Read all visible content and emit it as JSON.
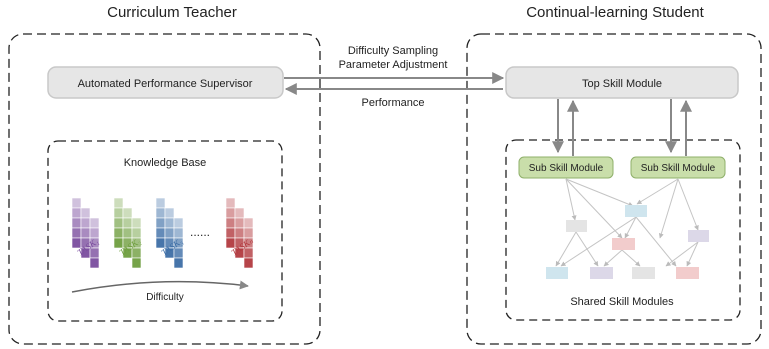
{
  "teacher": {
    "title": "Curriculum Teacher",
    "supervisor_label": "Automated Performance Supervisor",
    "knowledge_base": {
      "title": "Knowledge Base",
      "tasks": [
        {
          "label": "TASK₁",
          "color": "#7a4d9e"
        },
        {
          "label": "TASK₂",
          "color": "#6f9e3f"
        },
        {
          "label": "TASK₃",
          "color": "#3d6ea6"
        },
        {
          "label": "TASKₙ",
          "color": "#b23a3f"
        }
      ],
      "ellipsis": "......",
      "difficulty_label": "Difficulty"
    }
  },
  "student": {
    "title": "Continual-learning Student",
    "top_module_label": "Top Skill Module",
    "sub_module_label_1": "Sub Skill Module",
    "sub_module_label_2": "Sub Skill Module",
    "shared_label": "Shared Skill Modules"
  },
  "arrows": {
    "forward_line1": "Difficulty Sampling",
    "forward_line2": "Parameter Adjustment",
    "backward": "Performance"
  },
  "colors": {
    "module_fill": "#e6e6e6",
    "sub_module_fill": "#c9deaa",
    "sub_module_border": "#8fb06a",
    "arrow": "#888888"
  }
}
